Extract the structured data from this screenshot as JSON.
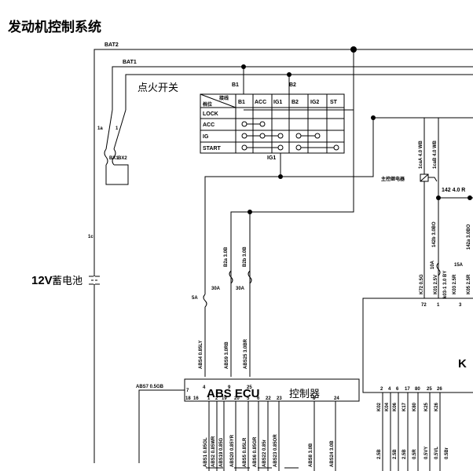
{
  "title": "发动机控制系统",
  "battery": {
    "label_bold": "12V",
    "label_cn": "蓄电池"
  },
  "wires": {
    "bat2": "BAT2",
    "bat1": "BAT1",
    "w1a": "1a",
    "w1": "1",
    "bx1": "BX1",
    "bx2": "BX2",
    "w1c": "1c",
    "b1": "B1",
    "b2": "B2",
    "ig1": "IG1"
  },
  "ignition_switch": {
    "label": "点火开关",
    "corner_top": "接线",
    "corner_bottom": "档位",
    "columns": [
      "B1",
      "ACC",
      "IG1",
      "B2",
      "IG2",
      "ST"
    ],
    "rows": [
      "LOCK",
      "ACC",
      "IG",
      "START"
    ]
  },
  "fuses_left": {
    "f5a": "5A",
    "f30a_1": "30A",
    "f30a_2": "30A",
    "b2a": "B2a 3.0B",
    "b2b": "B2b 3.0B"
  },
  "abs_wires_top": [
    "ABS4 0.85LY",
    "ABS9 3.0RB",
    "ABS25 3.0BR"
  ],
  "abs_ecu": {
    "label_bold": "ABS ECU",
    "label_cn": "控制器",
    "top_pins": [
      "4",
      "9",
      "25"
    ],
    "pin7": "7",
    "bottom_pins": [
      "18",
      "16",
      "1",
      "2",
      "19",
      "20",
      "5",
      "6",
      "22",
      "23",
      "8",
      "24"
    ],
    "abs7": "ABS7 0.5GB"
  },
  "abs_wires_bottom": [
    "ABS1 0.85GL",
    "ABS2 0.85WR",
    "ABS19 0.85G",
    "ABS20 0.85YR",
    "ABS5 0.85LR",
    "ABS6 0.85GR",
    "ABS22 0.85r",
    "ABS23 0.85OR",
    "ABS8 3.0B",
    "ABS24 3.0B"
  ],
  "right_side": {
    "relay_label": "主控继电器",
    "w1caa": "1caA 4.0 WB",
    "w1cab": "1caB 4.0 WB",
    "w142": "142 4.0 R",
    "w142b": "142b 3.0BO",
    "w142a": "142a 3.0BO",
    "f10a": "10A",
    "f15a": "15A",
    "k03_1": "k03-1 3.0 BY",
    "k72": "K72 0.5G",
    "k01": "K01 2.5V",
    "k03": "K03 2.5R",
    "k05": "K05 2.5R",
    "pins_top": [
      "72",
      "1",
      "3"
    ],
    "ecu_letter": "K",
    "pins_bottom": [
      "2",
      "4",
      "6",
      "17",
      "80",
      "25",
      "26"
    ],
    "pin_names": [
      "K02",
      "K04",
      "K06",
      "K17",
      "K80",
      "K25",
      "K26"
    ],
    "pin_wires": [
      "2.5B",
      "2.5B",
      "2.5B",
      "0.5R",
      "0.5VY",
      "0.5VL",
      "0.5Br"
    ]
  }
}
